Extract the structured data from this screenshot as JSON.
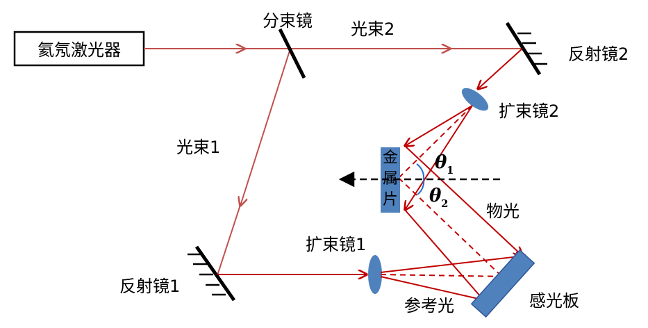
{
  "labels": {
    "laser": "氦氖激光器",
    "beam_splitter": "分束镜",
    "beam2": "光束2",
    "mirror2": "反射镜2",
    "expander2": "扩束镜2",
    "beam1": "光束1",
    "metal_plate_line1": "金",
    "metal_plate_line2": "属",
    "metal_plate_line3": "片",
    "theta1_symbol": "θ",
    "theta1_sub": "1",
    "theta2_symbol": "θ",
    "theta2_sub": "2",
    "object_light": "物光",
    "expander1": "扩束镜1",
    "mirror1": "反射镜1",
    "reference_light": "参考光",
    "photo_plate": "感光板"
  },
  "colors": {
    "beam": "#c00000",
    "beam_pale": "#c0504d",
    "element_blue": "#4f81bd",
    "black": "#000000"
  }
}
